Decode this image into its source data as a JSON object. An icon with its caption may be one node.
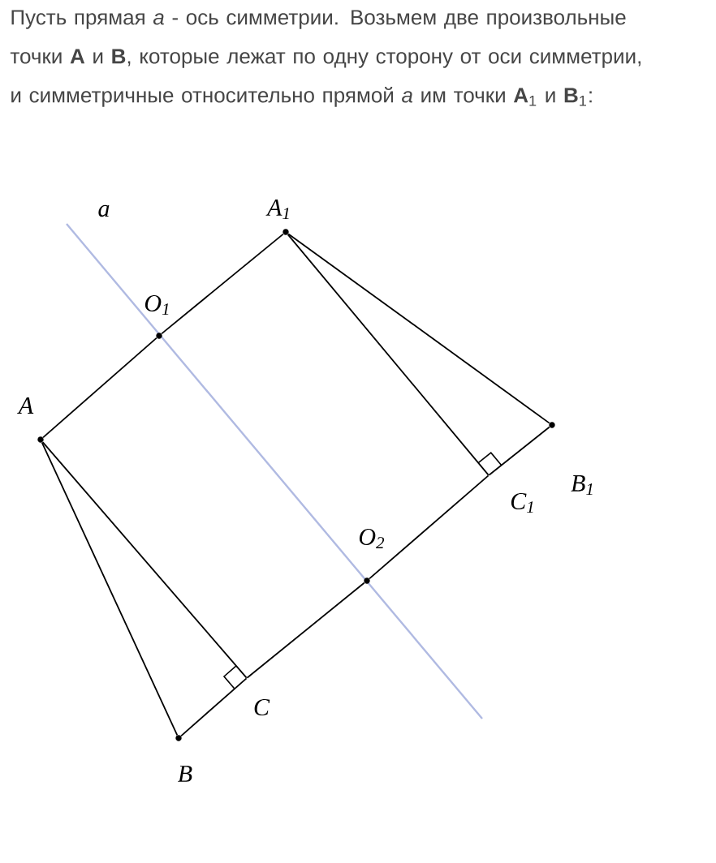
{
  "diagram": {
    "caption": "Пусть прямая *a* - ось симметрии. Возьмем две произвольные точки **A** и **B**, которые лежат по одну сторону от оси симметрии, и симметричные относительно прямой *a* им точки **A**$_{1}$ и **B**$_{1}$:",
    "nodes": [
      {
        "text": [
          "A$_{1}$"
        ]
      },
      {
        "text": [
          "O$_{1}$"
        ]
      },
      {
        "text": [
          "A"
        ]
      },
      {
        "text": [
          "B$_{1}$"
        ]
      },
      {
        "text": [
          "C$_{1}$"
        ]
      },
      {
        "text": [
          "O$_{2}$"
        ]
      },
      {
        "text": [
          "C"
        ]
      },
      {
        "text": [
          "B"
        ]
      }
    ],
    "edges": [
      {
        "from": 2,
        "to": 1,
        "arrow": "none"
      },
      {
        "from": 1,
        "to": 0,
        "arrow": "none"
      },
      {
        "from": 0,
        "to": 4,
        "arrow": "none"
      },
      {
        "from": 0,
        "to": 3,
        "arrow": "none"
      },
      {
        "from": 4,
        "to": 3,
        "arrow": "none"
      },
      {
        "from": 2,
        "to": 7,
        "arrow": "none"
      },
      {
        "from": 2,
        "to": 6,
        "arrow": "none"
      },
      {
        "from": 7,
        "to": 6,
        "arrow": "none"
      },
      {
        "from": 6,
        "to": 5,
        "arrow": "none"
      },
      {
        "from": 5,
        "to": 4,
        "arrow": "none"
      }
    ],
    "labels": [
      "a"
    ]
  }
}
